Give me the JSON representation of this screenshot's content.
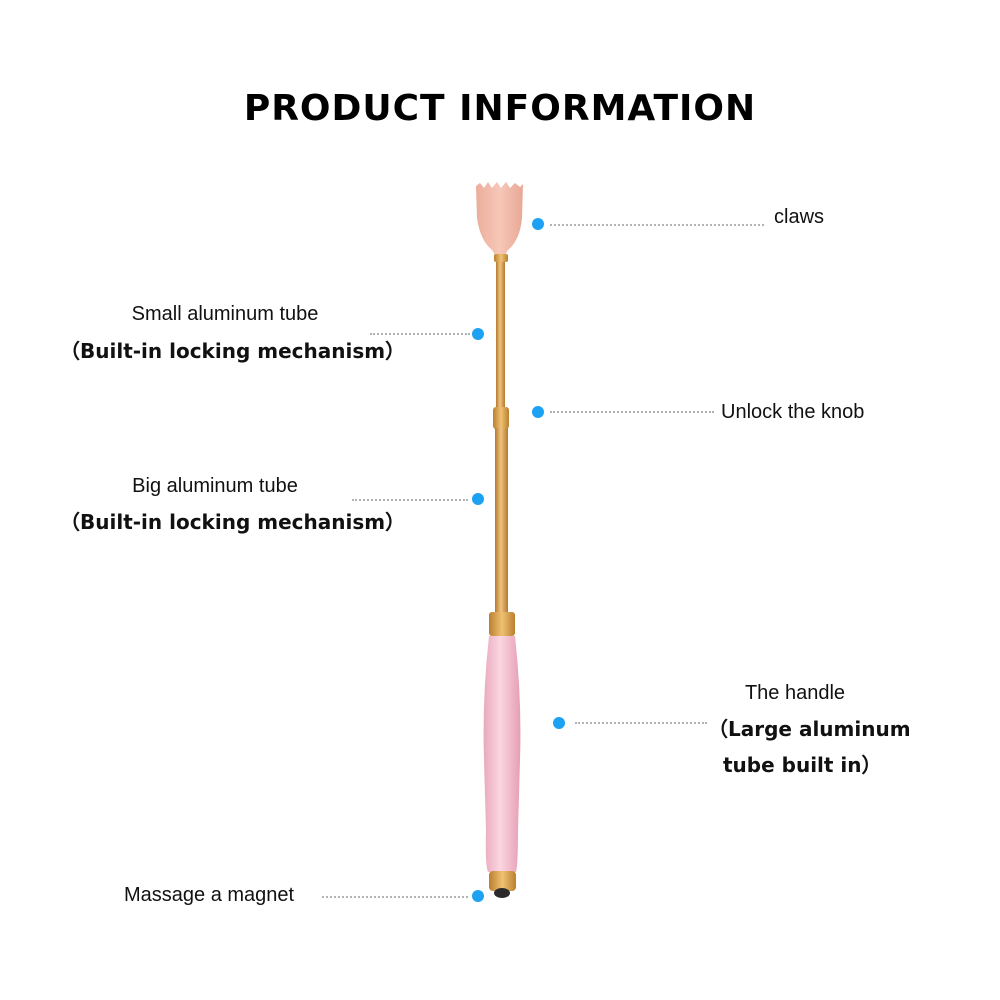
{
  "title": "PRODUCT INFORMATION",
  "callouts": {
    "claws": "claws",
    "small_tube": "Small aluminum tube",
    "small_tube_note": "（Built-in locking mechanism）",
    "knob": "Unlock the knob",
    "big_tube": "Big aluminum tube",
    "big_tube_note": "（Built-in locking mechanism）",
    "handle": "The handle",
    "handle_note_1": "（Large aluminum",
    "handle_note_2": "tube built in）",
    "magnet": "Massage a magnet"
  },
  "colors": {
    "dot": "#1da1f2",
    "leader": "#b3b3b3",
    "claw": "#f2b8a7",
    "tube": "#d9a35b",
    "handle": "#f6c1d0",
    "cap": "#d59a3a"
  }
}
